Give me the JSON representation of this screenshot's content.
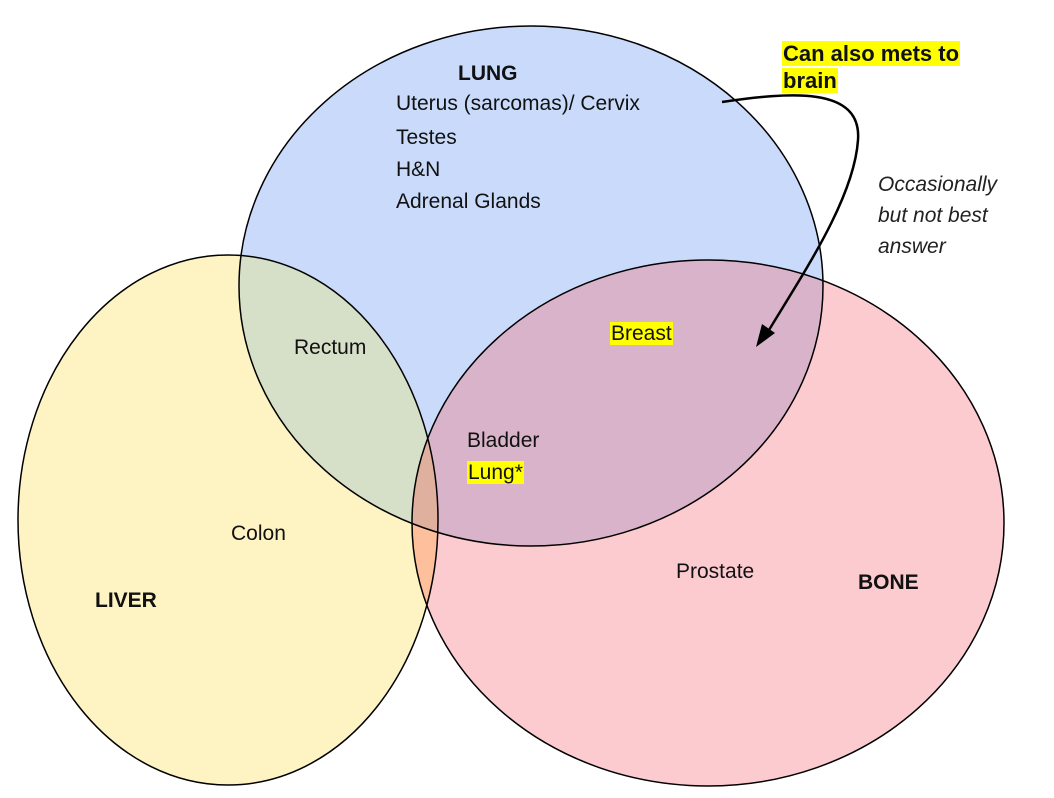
{
  "colors": {
    "lung_circle": "#c9dafa",
    "liver_circle": "#fef3c2",
    "bone_circle": "#fccbd0",
    "highlight": "#ffff00",
    "outline": "#000000"
  },
  "sets": {
    "lung": {
      "title": "LUNG",
      "items": [
        "Uterus (sarcomas)/ Cervix",
        "Testes",
        "H&N",
        "Adrenal Glands"
      ]
    },
    "liver": {
      "title": "LIVER",
      "items": [
        "Colon"
      ]
    },
    "bone": {
      "title": "BONE",
      "items": [
        "Prostate"
      ]
    }
  },
  "intersections": {
    "lung_liver": [
      "Rectum"
    ],
    "lung_bone": [
      "Breast"
    ],
    "all_three": [
      "Bladder",
      "Lung*"
    ]
  },
  "callout": {
    "lines": [
      "Can also mets to",
      "brain"
    ]
  },
  "note": {
    "lines": [
      "Occasionally",
      "but not best",
      "answer"
    ]
  }
}
